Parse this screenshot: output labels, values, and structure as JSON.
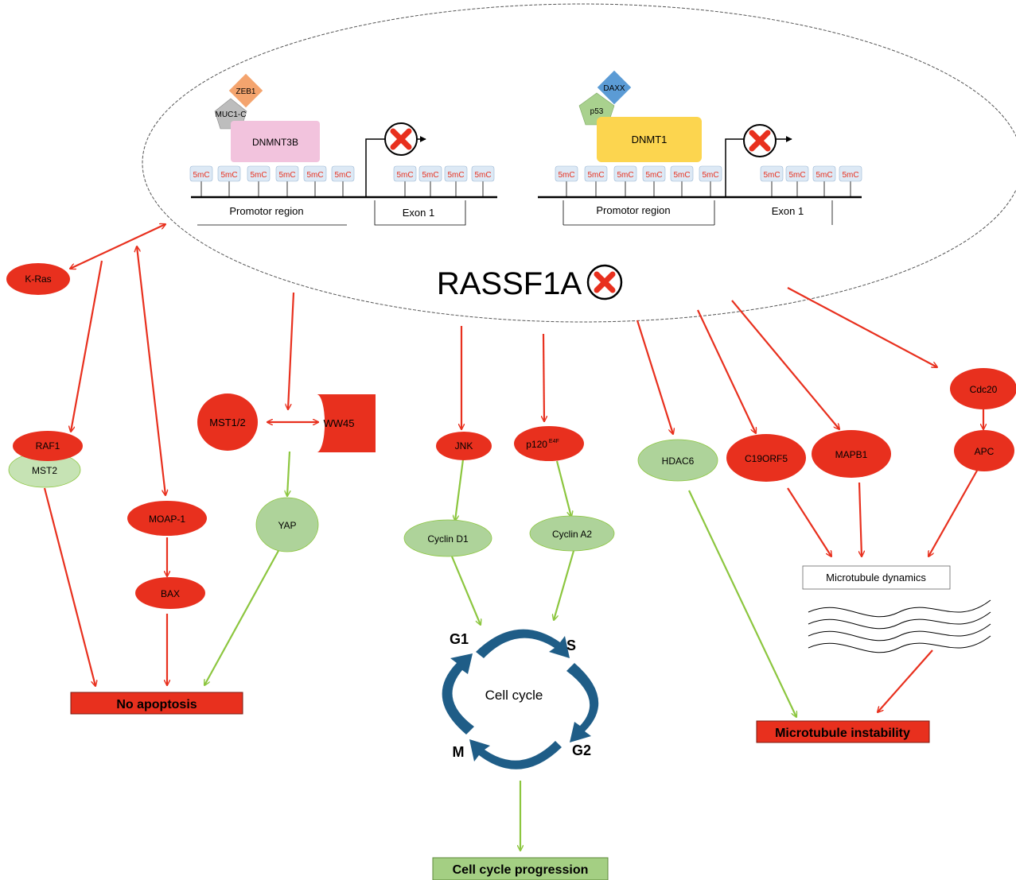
{
  "gene_box_left": {
    "complex_top": "ZEB1",
    "complex_bottom": "MUC1-C",
    "enzyme": "DNMNT3B",
    "promoter_marks": [
      "5mC",
      "5mC",
      "5mC",
      "5mC",
      "5mC",
      "5mC"
    ],
    "exon_marks": [
      "5mC",
      "5mC",
      "5mC",
      "5mC"
    ],
    "promoter_label": "Promotor region",
    "exon_label": "Exon 1"
  },
  "gene_box_right": {
    "complex_top": "DAXX",
    "complex_bottom": "p53",
    "enzyme": "DNMT1",
    "promoter_marks": [
      "5mC",
      "5mC",
      "5mC",
      "5mC",
      "5mC",
      "5mC"
    ],
    "exon_marks": [
      "5mC",
      "5mC",
      "5mC",
      "5mC"
    ],
    "promoter_label": "Promotor region",
    "exon_label": "Exon 1"
  },
  "central_gene": "RASSF1A",
  "nodes": {
    "kras": "K-Ras",
    "raf1": "RAF1",
    "mst2": "MST2",
    "moap1": "MOAP-1",
    "bax": "BAX",
    "mst12": "MST1/2",
    "ww45": "WW45",
    "yap": "YAP",
    "jnk": "JNK",
    "p120": "p120",
    "p120_sup": "E4F",
    "cyclin_d1": "Cyclin D1",
    "cyclin_a2": "Cyclin A2",
    "hdac6": "HDAC6",
    "c19orf5": "C19ORF5",
    "mapb1": "MAPB1",
    "cdc20": "Cdc20",
    "apc": "APC"
  },
  "cell_cycle": {
    "center": "Cell cycle",
    "phases": [
      "G1",
      "S",
      "G2",
      "M"
    ]
  },
  "outcomes": {
    "no_apoptosis": "No apoptosis",
    "cell_cycle_progression": "Cell cycle progression",
    "microtubule_dynamics": "Microtubule dynamics",
    "microtubule_instability": "Microtubule instability"
  },
  "colors": {
    "red_node": "#e8301e",
    "green_node": "#aed39a",
    "red_arrow": "#e8301e",
    "green_arrow": "#8cc63f",
    "cycle_blue": "#1f5d87",
    "enzyme_pink": "#f2c3dd",
    "enzyme_yellow": "#fcd54f",
    "zeb1_orange": "#f4a46e",
    "mucc_gray": "#bdbdbd",
    "daxx_blue": "#5b9bd5",
    "p53_green": "#a9d18e",
    "mark_fill": "#dde9f5",
    "mark_text": "#e8301e",
    "outcome_red": "#e8301e",
    "outcome_green": "#a4cf83"
  }
}
